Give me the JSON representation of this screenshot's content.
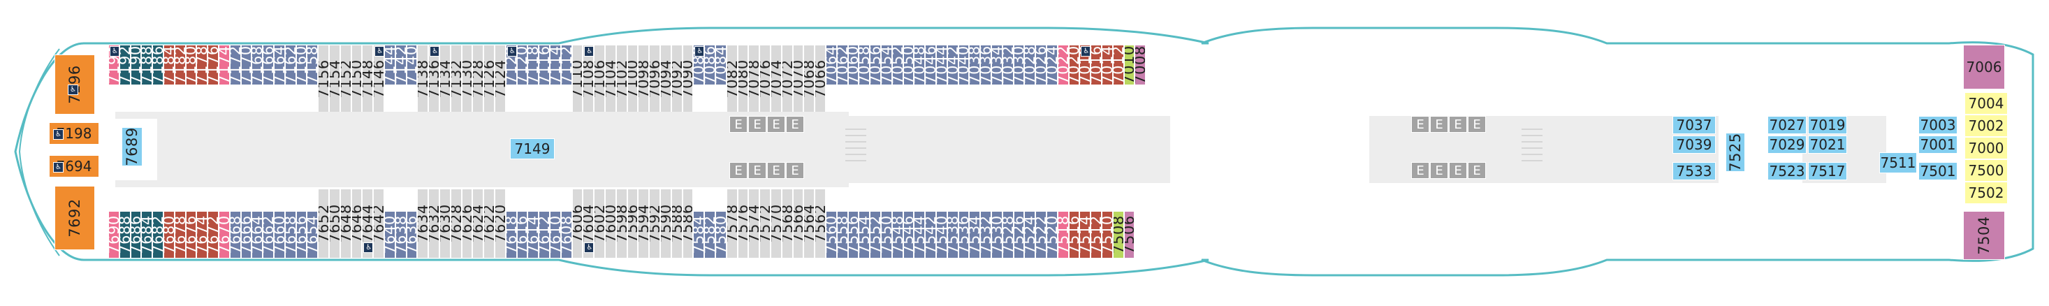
{
  "colors": {
    "inside": "#d9d9d9",
    "balcony": "#6e7fa8",
    "suite_red": "#b74f3f",
    "teal": "#215f6e",
    "pink": "#ee6d91",
    "orange": "#f18c2e",
    "lime": "#b9d75f",
    "mauve": "#c77fad",
    "yellow": "#fefba0",
    "light_blue": "#83cef0",
    "public": "#ededed",
    "hull": "#56bcc3"
  },
  "icons": {
    "accessible": "wheelchair-icon",
    "elevator": "elevator-icon",
    "stairs": "stairs-icon"
  },
  "elevator_label": "E",
  "accessible_symbol": "♿",
  "top_row": [
    "7196",
    "7194",
    "7192",
    "7190",
    "7188",
    "7186",
    "7184",
    "7182",
    "7180",
    "7178",
    "7176",
    "7174",
    "7172",
    "7170",
    "7168",
    "7166",
    "7164",
    "7162",
    "7160",
    "7158",
    "7156",
    "7154",
    "7152",
    "7150",
    "7148",
    "7146",
    "7144",
    "7142",
    "7140",
    "7138",
    "7136",
    "7134",
    "7132",
    "7130",
    "7128",
    "7126",
    "7124",
    "7122",
    "7120",
    "7118",
    "7116",
    "7114",
    "7112",
    "7110",
    "7108",
    "7106",
    "7104",
    "7102",
    "7100",
    "7098",
    "7096",
    "7094",
    "7092",
    "7090",
    "7088",
    "7086",
    "7084",
    "7082",
    "7080",
    "7078",
    "7076",
    "7074",
    "7072",
    "7070",
    "7068",
    "7066",
    "7064",
    "7062",
    "7060",
    "7058",
    "7056",
    "7054",
    "7052",
    "7050",
    "7048",
    "7046",
    "7044",
    "7042",
    "7040",
    "7038",
    "7036",
    "7034",
    "7032",
    "7030",
    "7028",
    "7026",
    "7024",
    "7022",
    "7020",
    "7018",
    "7016",
    "7014",
    "7012",
    "7010",
    "7008",
    "7006"
  ],
  "bottom_row": [
    "7692",
    "7690",
    "7688",
    "7686",
    "7684",
    "7682",
    "7680",
    "7678",
    "7676",
    "7674",
    "7672",
    "7670",
    "7668",
    "7666",
    "7664",
    "7662",
    "7660",
    "7658",
    "7656",
    "7654",
    "7652",
    "7650",
    "7648",
    "7646",
    "7644",
    "7642",
    "7640",
    "7638",
    "7636",
    "7634",
    "7632",
    "7630",
    "7628",
    "7626",
    "7624",
    "7622",
    "7620",
    "7618",
    "7616",
    "7614",
    "7612",
    "7610",
    "7608",
    "7606",
    "7604",
    "7602",
    "7600",
    "7598",
    "7596",
    "7594",
    "7592",
    "7590",
    "7588",
    "7586",
    "7584",
    "7582",
    "7580",
    "7578",
    "7576",
    "7574",
    "7572",
    "7570",
    "7568",
    "7566",
    "7564",
    "7562",
    "7560",
    "7558",
    "7556",
    "7554",
    "7552",
    "7550",
    "7548",
    "7546",
    "7544",
    "7542",
    "7540",
    "7538",
    "7536",
    "7534",
    "7532",
    "7530",
    "7528",
    "7526",
    "7524",
    "7522",
    "7520",
    "7518",
    "7516",
    "7514",
    "7512",
    "7510",
    "7508",
    "7506",
    "7504"
  ],
  "forward_left": [
    "7198",
    "7694"
  ],
  "center_cabins": [
    "7689",
    "7149",
    "7037",
    "7039",
    "7533",
    "7525",
    "7027",
    "7029",
    "7523",
    "7019",
    "7021",
    "7517",
    "7511",
    "7003",
    "7001",
    "7501"
  ],
  "bow_cabins": [
    "7004",
    "7002",
    "7000",
    "7500",
    "7502"
  ]
}
